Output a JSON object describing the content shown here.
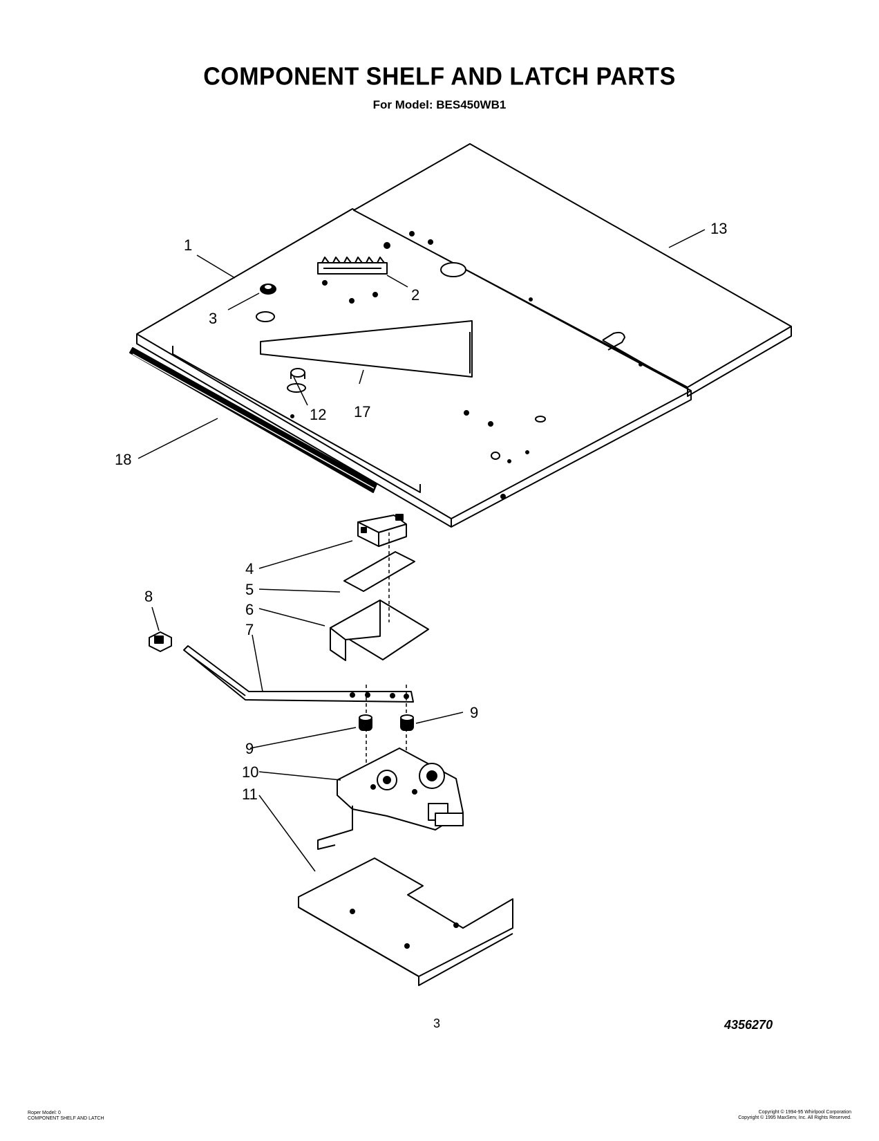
{
  "header": {
    "title": "COMPONENT SHELF AND LATCH PARTS",
    "subtitle": "For Model: BES450WB1"
  },
  "callouts": [
    {
      "id": "1",
      "label": "1"
    },
    {
      "id": "2",
      "label": "2"
    },
    {
      "id": "3",
      "label": "3"
    },
    {
      "id": "4",
      "label": "4"
    },
    {
      "id": "5",
      "label": "5"
    },
    {
      "id": "6",
      "label": "6"
    },
    {
      "id": "7",
      "label": "7"
    },
    {
      "id": "8",
      "label": "8"
    },
    {
      "id": "9a",
      "label": "9"
    },
    {
      "id": "9b",
      "label": "9"
    },
    {
      "id": "10",
      "label": "10"
    },
    {
      "id": "11",
      "label": "11"
    },
    {
      "id": "12",
      "label": "12"
    },
    {
      "id": "13",
      "label": "13"
    },
    {
      "id": "17",
      "label": "17"
    },
    {
      "id": "18",
      "label": "18"
    }
  ],
  "footer": {
    "page_number": "3",
    "doc_number": "4356270",
    "left_line1": "Roper Model: 0",
    "left_line2": "COMPONENT SHELF AND LATCH",
    "right_line1": "Copyright © 1994-95 Whirlpool Corporation",
    "right_line2": "Copyright © 1995 MaxServ, Inc. All Rights Reserved."
  }
}
